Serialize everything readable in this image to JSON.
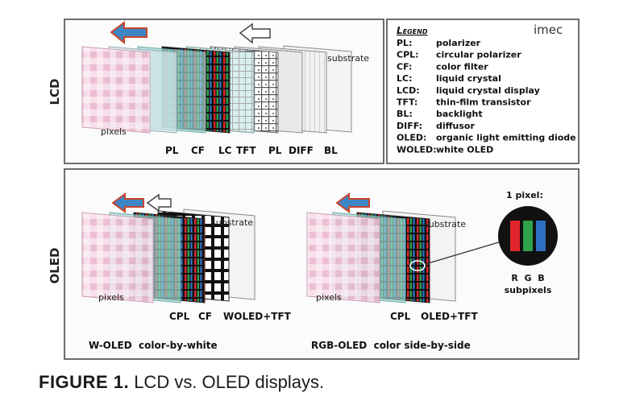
{
  "lcd_panel": {
    "section_label": "LCD",
    "layer_labels": [
      "PL",
      "CF",
      "LC",
      "TFT",
      "PL",
      "DIFF",
      "BL"
    ],
    "pixels_label": "pixels",
    "substrate_label": "substrate"
  },
  "legend": {
    "title": "Legend",
    "brand": "imec",
    "entries": [
      {
        "abbr": "PL:",
        "text": "polarizer"
      },
      {
        "abbr": "CPL:",
        "text": "circular polarizer"
      },
      {
        "abbr": "CF:",
        "text": "color filter"
      },
      {
        "abbr": "LC:",
        "text": "liquid crystal"
      },
      {
        "abbr": "LCD:",
        "text": "liquid crystal display"
      },
      {
        "abbr": "TFT:",
        "text": "thin-film transistor"
      },
      {
        "abbr": "BL:",
        "text": "backlight"
      },
      {
        "abbr": "DIFF:",
        "text": "diffusor"
      },
      {
        "abbr": "OLED:",
        "text": "organic light emitting diode"
      },
      {
        "abbr": "WOLED:",
        "text": "white OLED"
      }
    ]
  },
  "oled_panel": {
    "section_label": "OLED",
    "woled": {
      "pixels_label": "pixels",
      "substrate_label": "substrate",
      "layer_labels": [
        "CPL",
        "CF",
        "WOLED+TFT"
      ],
      "caption": "W-OLED  color-by-white"
    },
    "rgb_oled": {
      "pixels_label": "pixels",
      "substrate_label": "substrate",
      "layer_labels": [
        "CPL",
        "OLED+TFT"
      ],
      "caption": "RGB-OLED  color side-by-side"
    },
    "pixel_callout": {
      "title": "1 pixel:",
      "subpixel_letters": "R  G  B",
      "subpixel_label": "subpixels"
    }
  },
  "figure_caption": {
    "number": "FIGURE 1.",
    "text": " LCD vs. OLED displays."
  },
  "colors": {
    "panel_border": "#6d6d6d",
    "panel_fill": "#fbfbfb",
    "pixel_pink": "#f2c7da",
    "teal": "#9fd8d4",
    "arrow_blue": "#3d86c6",
    "arrow_red": "#c8452b",
    "subpixel_red": "#e0252b",
    "subpixel_green": "#2fa34a",
    "subpixel_blue": "#2f6fc2"
  }
}
